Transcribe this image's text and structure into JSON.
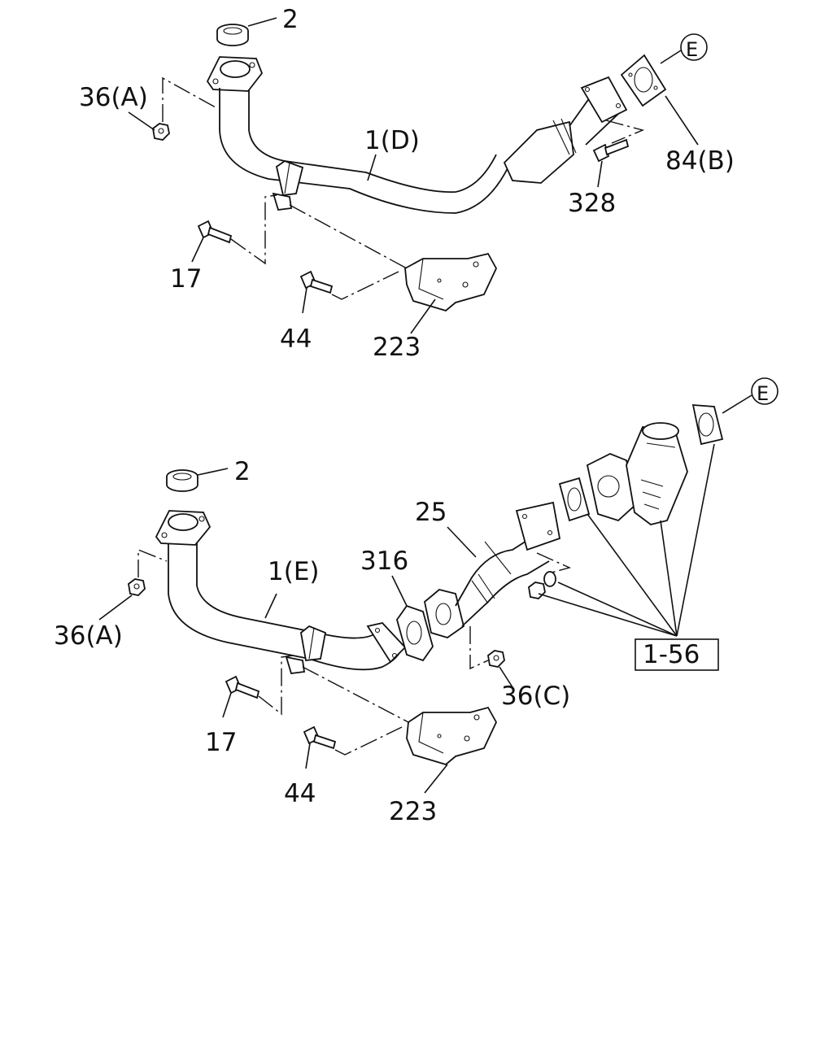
{
  "top_assembly": {
    "labels": {
      "gasket": "2",
      "nut": "36(A)",
      "pipe": "1(D)",
      "gasket_b": "84(B)",
      "ref_circle": "E",
      "bolt_328": "328",
      "bolt_17": "17",
      "bolt_44": "44",
      "bracket": "223"
    }
  },
  "bottom_assembly": {
    "labels": {
      "gasket": "2",
      "nut_a": "36(A)",
      "pipe": "1(E)",
      "gasket_316": "316",
      "pipe_25": "25",
      "ref_circle": "E",
      "nut_c": "36(C)",
      "ref_box": "1-56",
      "bolt_17": "17",
      "bolt_44": "44",
      "bracket": "223"
    }
  }
}
